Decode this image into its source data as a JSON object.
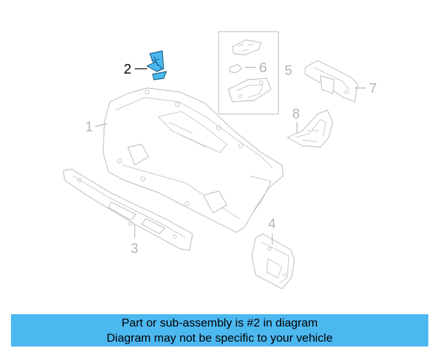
{
  "diagram": {
    "highlight_color": "#4cb8f0",
    "callouts": [
      {
        "id": "1",
        "label": "1",
        "highlighted": false
      },
      {
        "id": "2",
        "label": "2",
        "highlighted": true
      },
      {
        "id": "3",
        "label": "3",
        "highlighted": false
      },
      {
        "id": "4",
        "label": "4",
        "highlighted": false
      },
      {
        "id": "5",
        "label": "5",
        "highlighted": false
      },
      {
        "id": "6",
        "label": "6",
        "highlighted": false
      },
      {
        "id": "7",
        "label": "7",
        "highlighted": false
      },
      {
        "id": "8",
        "label": "8",
        "highlighted": false
      }
    ]
  },
  "banner": {
    "line1": "Part or sub-assembly is #2 in diagram",
    "line2": "Diagram may not be specific to your vehicle",
    "background_color": "#4cb8f0"
  }
}
